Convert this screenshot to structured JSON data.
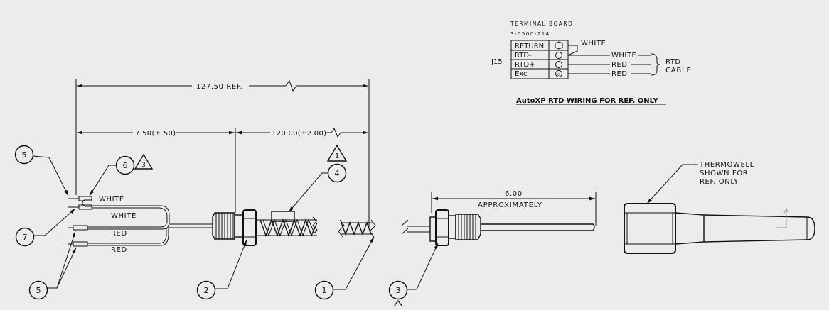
{
  "terminal_board": {
    "title": "TERMINAL BOARD",
    "part_number": "3-0500-214",
    "connector": "J15",
    "rows": [
      "RETURN",
      "RTD-",
      "RTD+",
      "Exc"
    ],
    "return_wire": "WHITE",
    "wires": [
      "WHITE",
      "RED",
      "RED"
    ],
    "cable_label_1": "RTD",
    "cable_label_2": "CABLE",
    "caption": "AutoXP RTD WIRING FOR REF. ONLY"
  },
  "dimensions": {
    "overall": "127.50 REF.",
    "left": "7.50(±.50)",
    "right": "120.00(±2.00)",
    "probe_length": "6.00",
    "probe_length_note": "APPROXIMATELY"
  },
  "wire_labels": [
    "WHITE",
    "WHITE",
    "RED",
    "RED"
  ],
  "balloons": [
    {
      "num": "5"
    },
    {
      "num": "6"
    },
    {
      "num": "7"
    },
    {
      "num": "5"
    },
    {
      "num": "2"
    },
    {
      "num": "4"
    },
    {
      "num": "1"
    },
    {
      "num": "3"
    }
  ],
  "delta_notes": [
    "3",
    "1"
  ],
  "thermowell_note": [
    "THERMOWELL",
    "SHOWN FOR",
    "REF. ONLY"
  ],
  "colors": {
    "line": "#111111",
    "background": "#ececec"
  }
}
